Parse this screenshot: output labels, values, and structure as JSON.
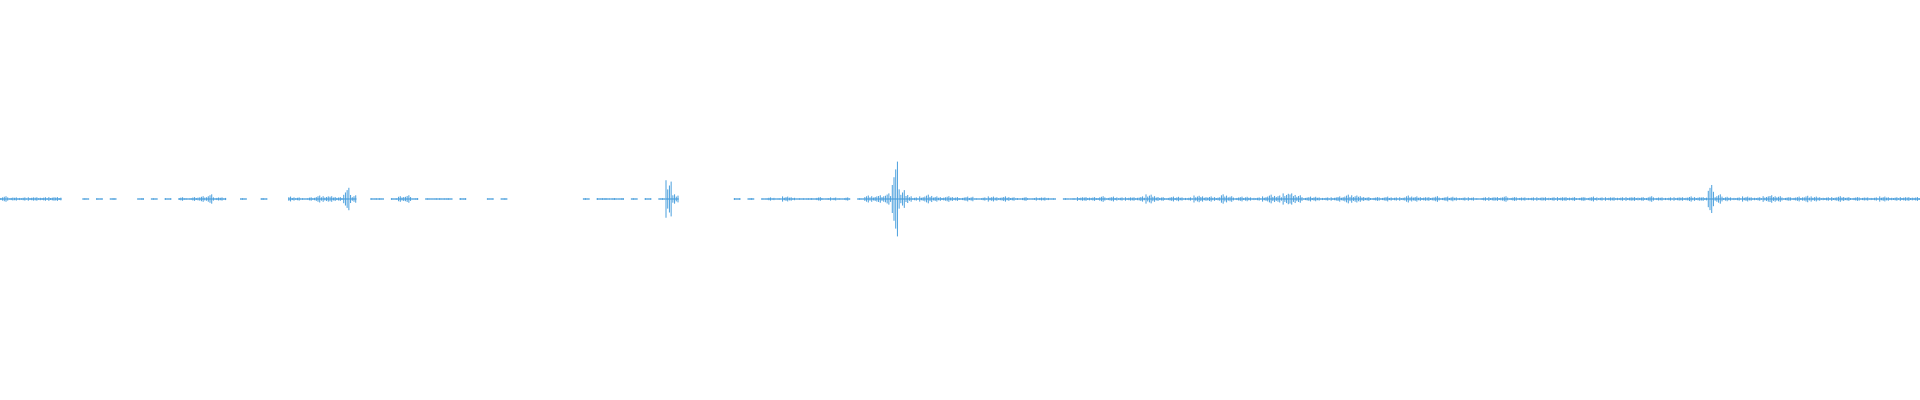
{
  "waveform": {
    "color": "#4a9fdd",
    "amplitude": [
      0.03,
      0.02,
      0.02,
      0.02,
      0.02,
      0.02,
      0.02,
      0.02,
      0.02,
      0.0,
      0.0,
      0.0,
      0.01,
      0.0,
      0.01,
      0.0,
      0.01,
      0.0,
      0.0,
      0.0,
      0.01,
      0.0,
      0.01,
      0.0,
      0.01,
      0.0,
      0.02,
      0.01,
      0.02,
      0.03,
      0.05,
      0.02,
      0.02,
      0.0,
      0.0,
      0.01,
      0.0,
      0.0,
      0.01,
      0.0,
      0.0,
      0.0,
      0.03,
      0.02,
      0.01,
      0.02,
      0.04,
      0.03,
      0.03,
      0.02,
      0.12,
      0.05,
      0.0,
      0.0,
      0.01,
      0.01,
      0.0,
      0.01,
      0.03,
      0.04,
      0.01,
      0.0,
      0.01,
      0.01,
      0.01,
      0.01,
      0.0,
      0.01,
      0.0,
      0.0,
      0.0,
      0.01,
      0.0,
      0.01,
      0.0,
      0.0,
      0.0,
      0.0,
      0.0,
      0.0,
      0.0,
      0.0,
      0.0,
      0.0,
      0.0,
      0.01,
      0.0,
      0.01,
      0.01,
      0.01,
      0.01,
      0.0,
      0.01,
      0.0,
      0.01,
      0.0,
      0.01,
      0.2,
      0.05,
      0.0,
      0.0,
      0.0,
      0.0,
      0.0,
      0.0,
      0.0,
      0.0,
      0.01,
      0.0,
      0.01,
      0.0,
      0.01,
      0.02,
      0.01,
      0.03,
      0.02,
      0.01,
      0.01,
      0.01,
      0.02,
      0.01,
      0.02,
      0.01,
      0.02,
      0.0,
      0.01,
      0.04,
      0.03,
      0.04,
      0.06,
      0.4,
      0.12,
      0.05,
      0.02,
      0.03,
      0.05,
      0.03,
      0.02,
      0.03,
      0.02,
      0.02,
      0.03,
      0.01,
      0.02,
      0.03,
      0.02,
      0.03,
      0.02,
      0.01,
      0.02,
      0.01,
      0.02,
      0.02,
      0.01,
      0.0,
      0.01,
      0.01,
      0.02,
      0.02,
      0.02,
      0.03,
      0.02,
      0.03,
      0.02,
      0.02,
      0.02,
      0.03,
      0.05,
      0.03,
      0.02,
      0.02,
      0.03,
      0.02,
      0.02,
      0.04,
      0.03,
      0.03,
      0.02,
      0.05,
      0.03,
      0.02,
      0.03,
      0.02,
      0.02,
      0.03,
      0.05,
      0.04,
      0.06,
      0.06,
      0.04,
      0.02,
      0.03,
      0.02,
      0.02,
      0.02,
      0.03,
      0.05,
      0.04,
      0.03,
      0.02,
      0.02,
      0.02,
      0.03,
      0.02,
      0.02,
      0.04,
      0.03,
      0.02,
      0.02,
      0.03,
      0.02,
      0.03,
      0.02,
      0.02,
      0.02,
      0.01,
      0.02,
      0.02,
      0.02,
      0.03,
      0.02,
      0.02,
      0.02,
      0.02,
      0.02,
      0.02,
      0.02,
      0.02,
      0.02,
      0.02,
      0.02,
      0.02,
      0.03,
      0.02,
      0.02,
      0.02,
      0.02,
      0.02,
      0.02,
      0.02,
      0.03,
      0.02,
      0.02,
      0.02,
      0.02,
      0.02,
      0.03,
      0.02,
      0.02,
      0.15,
      0.05,
      0.03,
      0.02,
      0.02,
      0.03,
      0.02,
      0.02,
      0.03,
      0.04,
      0.03,
      0.02,
      0.02,
      0.03,
      0.04,
      0.03,
      0.02,
      0.02,
      0.02,
      0.03,
      0.02,
      0.02,
      0.02,
      0.02,
      0.02,
      0.03,
      0.02,
      0.02,
      0.02,
      0.02,
      0.02
    ]
  }
}
